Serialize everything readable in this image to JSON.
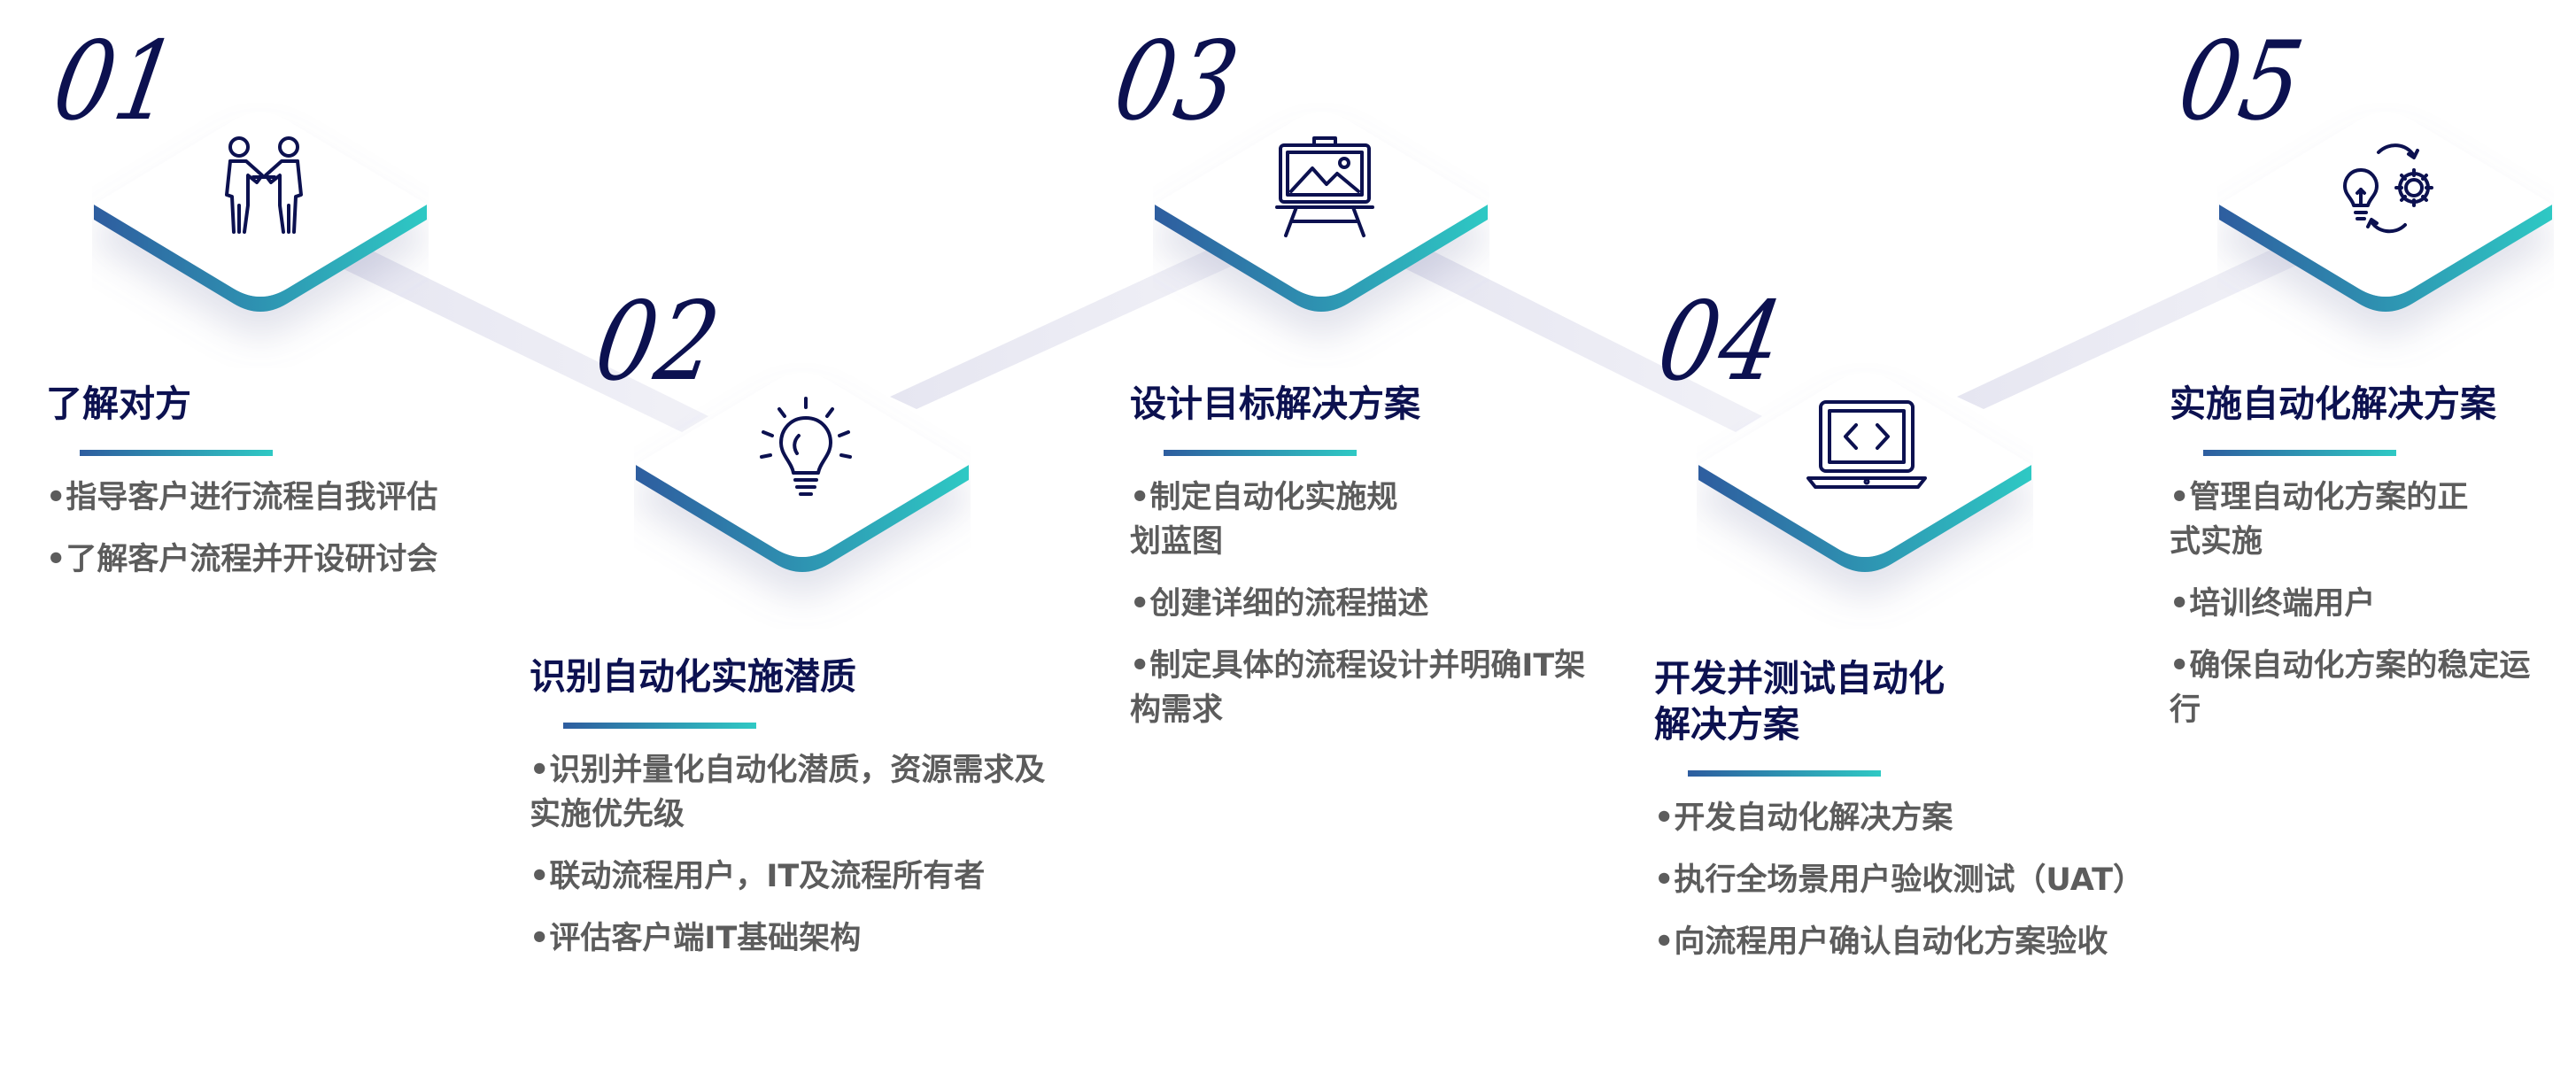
{
  "colors": {
    "navy": "#0c1150",
    "gradient_start": "#2e5d9f",
    "gradient_end": "#2fc9c4",
    "bullet_text": "#5c5c5c",
    "connector": "#ececf4"
  },
  "steps": [
    {
      "number": "01",
      "icon": "handshake-people-icon",
      "title": "了解对方",
      "bullets": [
        "•指导客户进行流程自我评估",
        "•了解客户流程并开设研讨会"
      ]
    },
    {
      "number": "02",
      "icon": "lightbulb-icon",
      "title": "识别自动化实施潜质",
      "bullets": [
        "•识别并量化自动化潜质，资源需求及\n实施优先级",
        "•联动流程用户，IT及流程所有者",
        "•评估客户端IT基础架构"
      ]
    },
    {
      "number": "03",
      "icon": "presentation-easel-icon",
      "title": "设计目标解决方案",
      "bullets": [
        "•制定自动化实施规\n划蓝图",
        "•创建详细的流程描述",
        "•制定具体的流程设计并明确IT架\n构需求"
      ]
    },
    {
      "number": "04",
      "icon": "laptop-code-icon",
      "title": "开发并测试自动化\n解决方案",
      "bullets": [
        "•开发自动化解决方案",
        "•执行全场景用户验收测试（UAT）",
        "•向流程用户确认自动化方案验收"
      ]
    },
    {
      "number": "05",
      "icon": "lightbulb-gear-cycle-icon",
      "title": "实施自动化解决方案",
      "bullets": [
        "•管理自动化方案的正\n式实施",
        "•培训终端用户",
        "•确保自动化方案的稳定运\n行"
      ]
    }
  ]
}
